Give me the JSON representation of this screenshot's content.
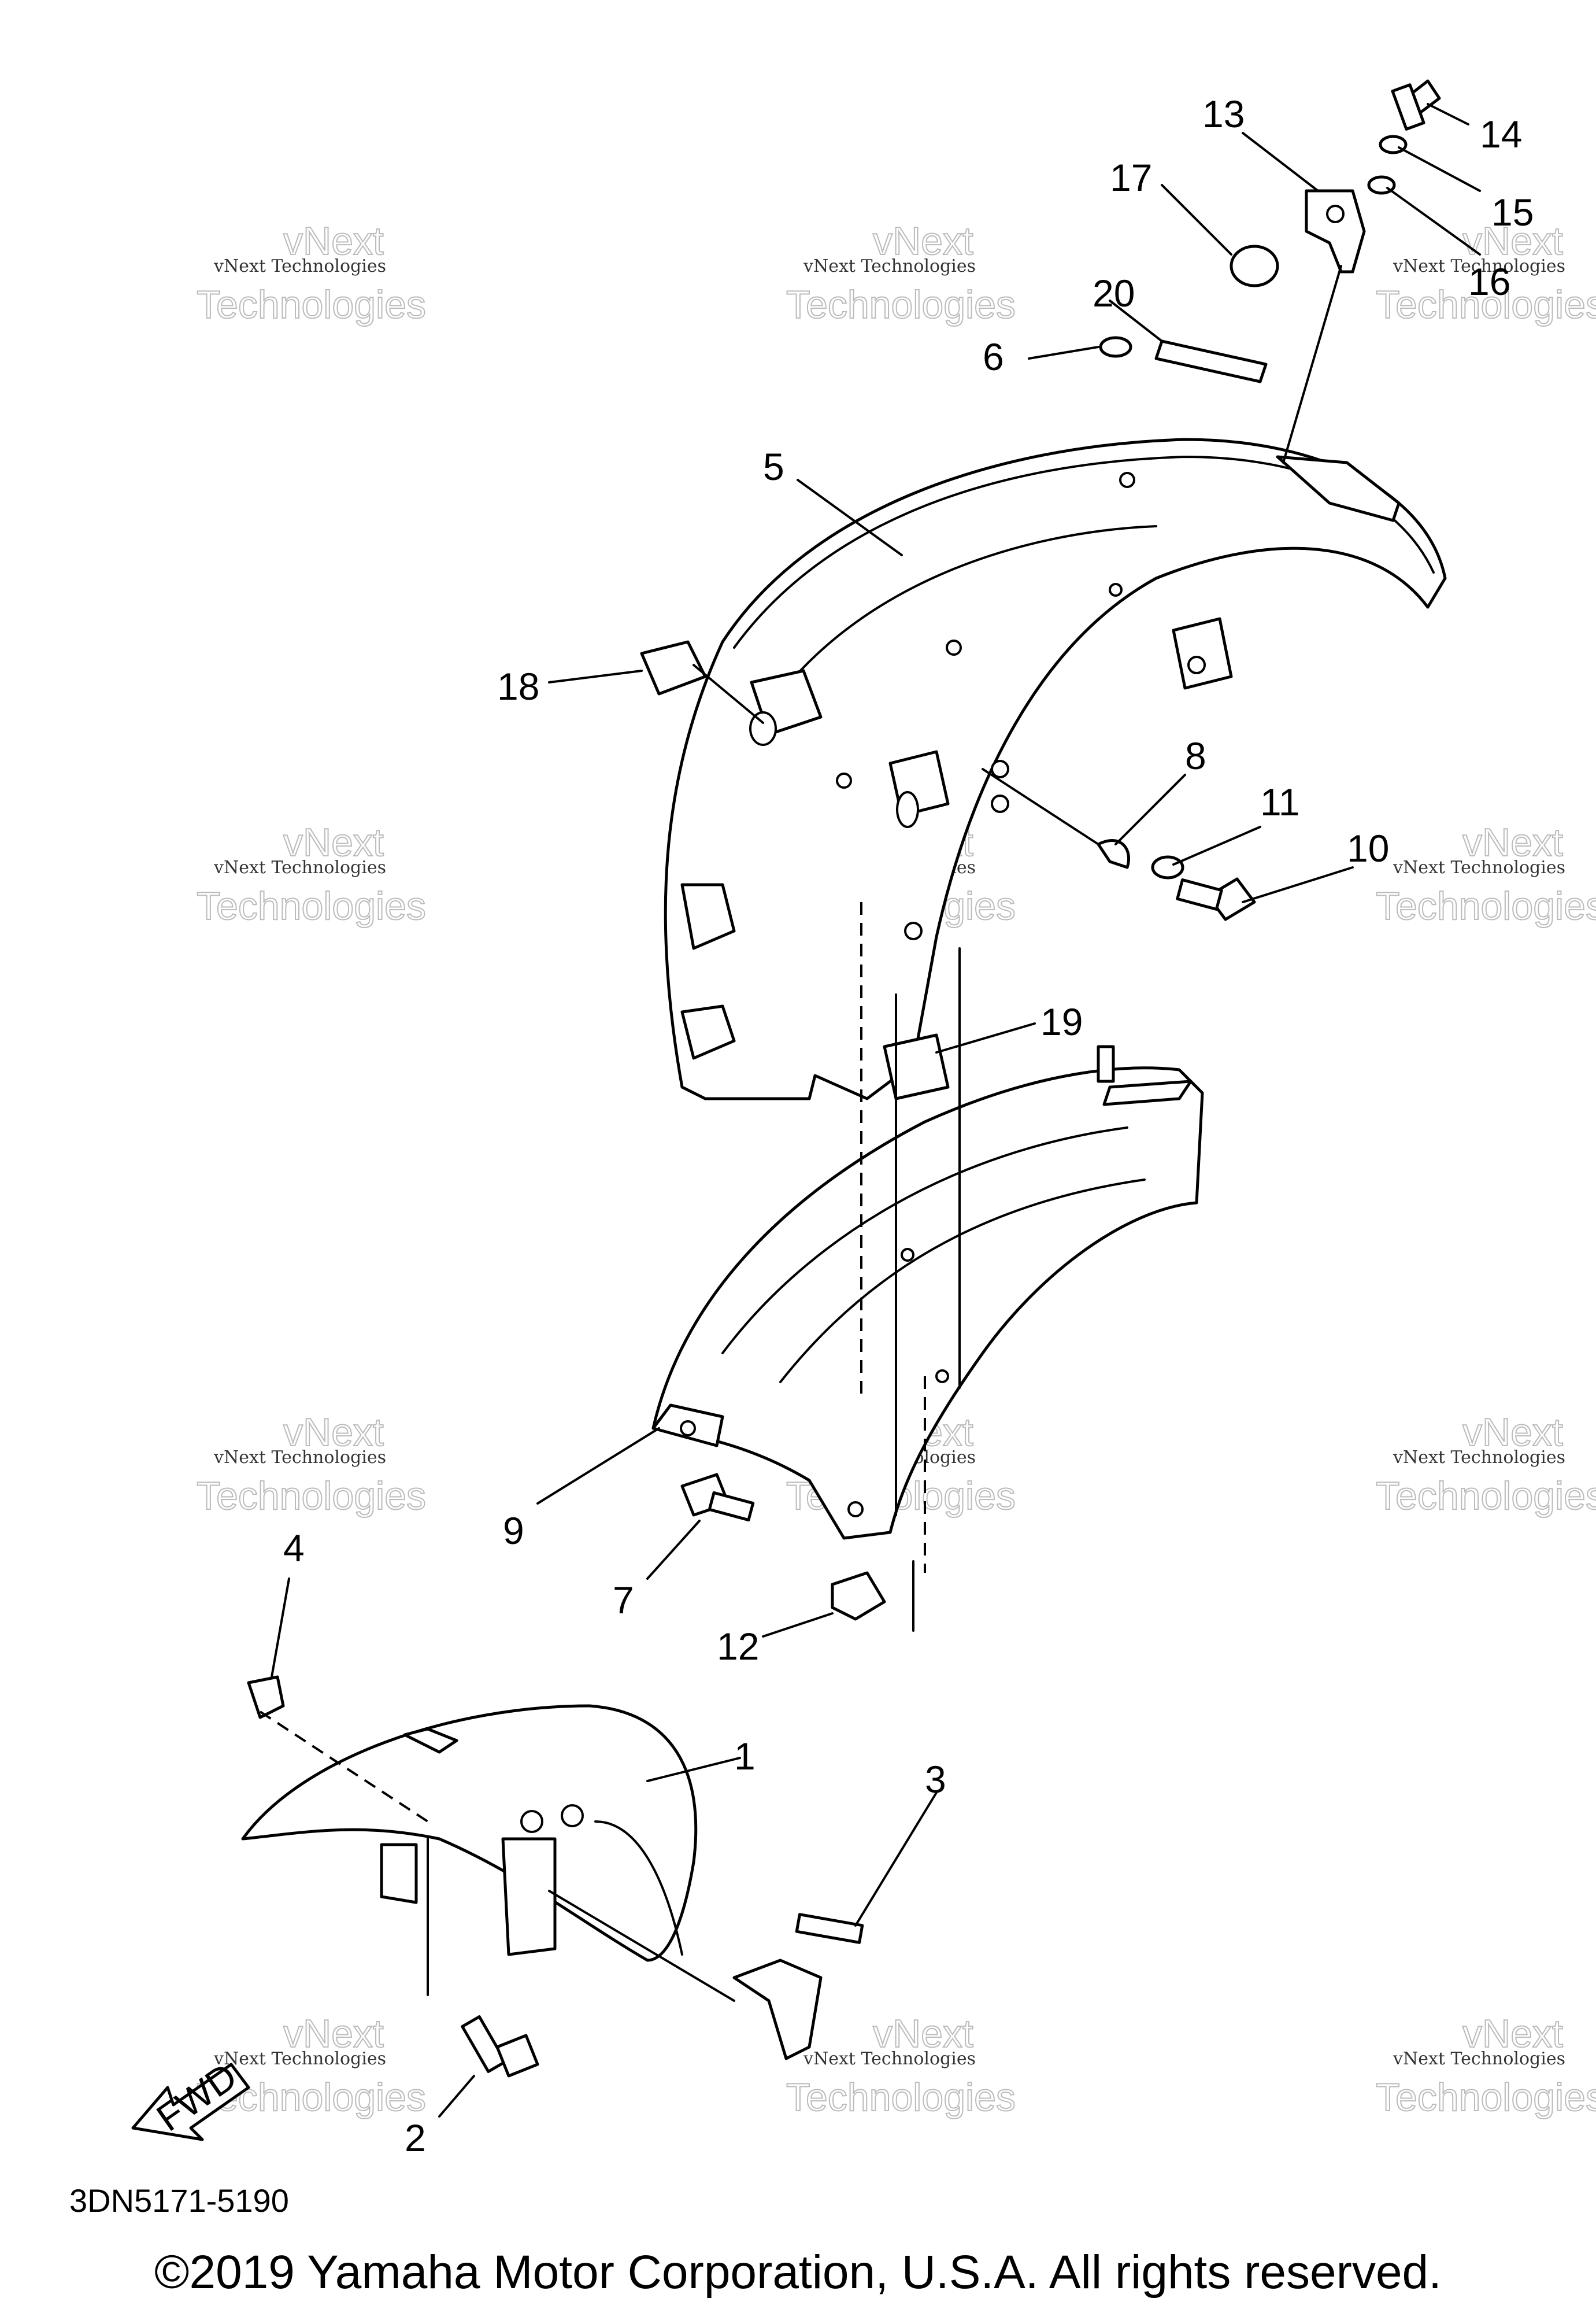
{
  "diagram": {
    "callouts": [
      {
        "id": "1",
        "label": "1"
      },
      {
        "id": "2",
        "label": "2"
      },
      {
        "id": "3",
        "label": "3"
      },
      {
        "id": "4",
        "label": "4"
      },
      {
        "id": "5",
        "label": "5"
      },
      {
        "id": "6",
        "label": "6"
      },
      {
        "id": "7",
        "label": "7"
      },
      {
        "id": "8",
        "label": "8"
      },
      {
        "id": "9",
        "label": "9"
      },
      {
        "id": "10",
        "label": "10"
      },
      {
        "id": "11",
        "label": "11"
      },
      {
        "id": "12",
        "label": "12"
      },
      {
        "id": "13",
        "label": "13"
      },
      {
        "id": "14",
        "label": "14"
      },
      {
        "id": "15",
        "label": "15"
      },
      {
        "id": "16",
        "label": "16"
      },
      {
        "id": "17",
        "label": "17"
      },
      {
        "id": "18",
        "label": "18"
      },
      {
        "id": "19",
        "label": "19"
      },
      {
        "id": "20",
        "label": "20"
      }
    ],
    "part_number_range": "3DN5171-5190",
    "fwd_arrow_label": "FWD"
  },
  "watermark": {
    "small_text": "vNext Technologies",
    "big_line1": "vNext",
    "big_line2": "Technologies"
  },
  "footer": {
    "copyright": "©2019 Yamaha Motor Corporation, U.S.A. All rights reserved."
  }
}
